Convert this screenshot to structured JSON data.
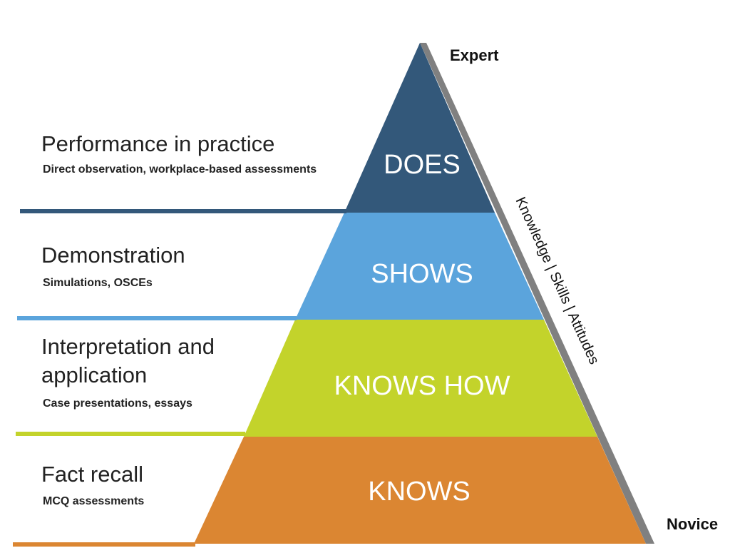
{
  "pyramid": {
    "levels": [
      {
        "label": "DOES",
        "color": "#33587a",
        "title": "Performance in practice",
        "subtitle": "Direct observation,  workplace-based assessments"
      },
      {
        "label": "SHOWS",
        "color": "#5ba4dc",
        "title": "Demonstration",
        "subtitle": "Simulations, OSCEs"
      },
      {
        "label": "KNOWS HOW",
        "color": "#c3d32b",
        "title_line1": "Interpretation and",
        "title_line2": "application",
        "subtitle": "Case presentations, essays"
      },
      {
        "label": "KNOWS",
        "color": "#db8632",
        "title": "Fact recall",
        "subtitle": "MCQ assessments"
      }
    ],
    "axis": {
      "label": "Knowledge | Skills | Attitudes",
      "top": "Expert",
      "bottom": "Novice",
      "color": "#808080"
    }
  }
}
